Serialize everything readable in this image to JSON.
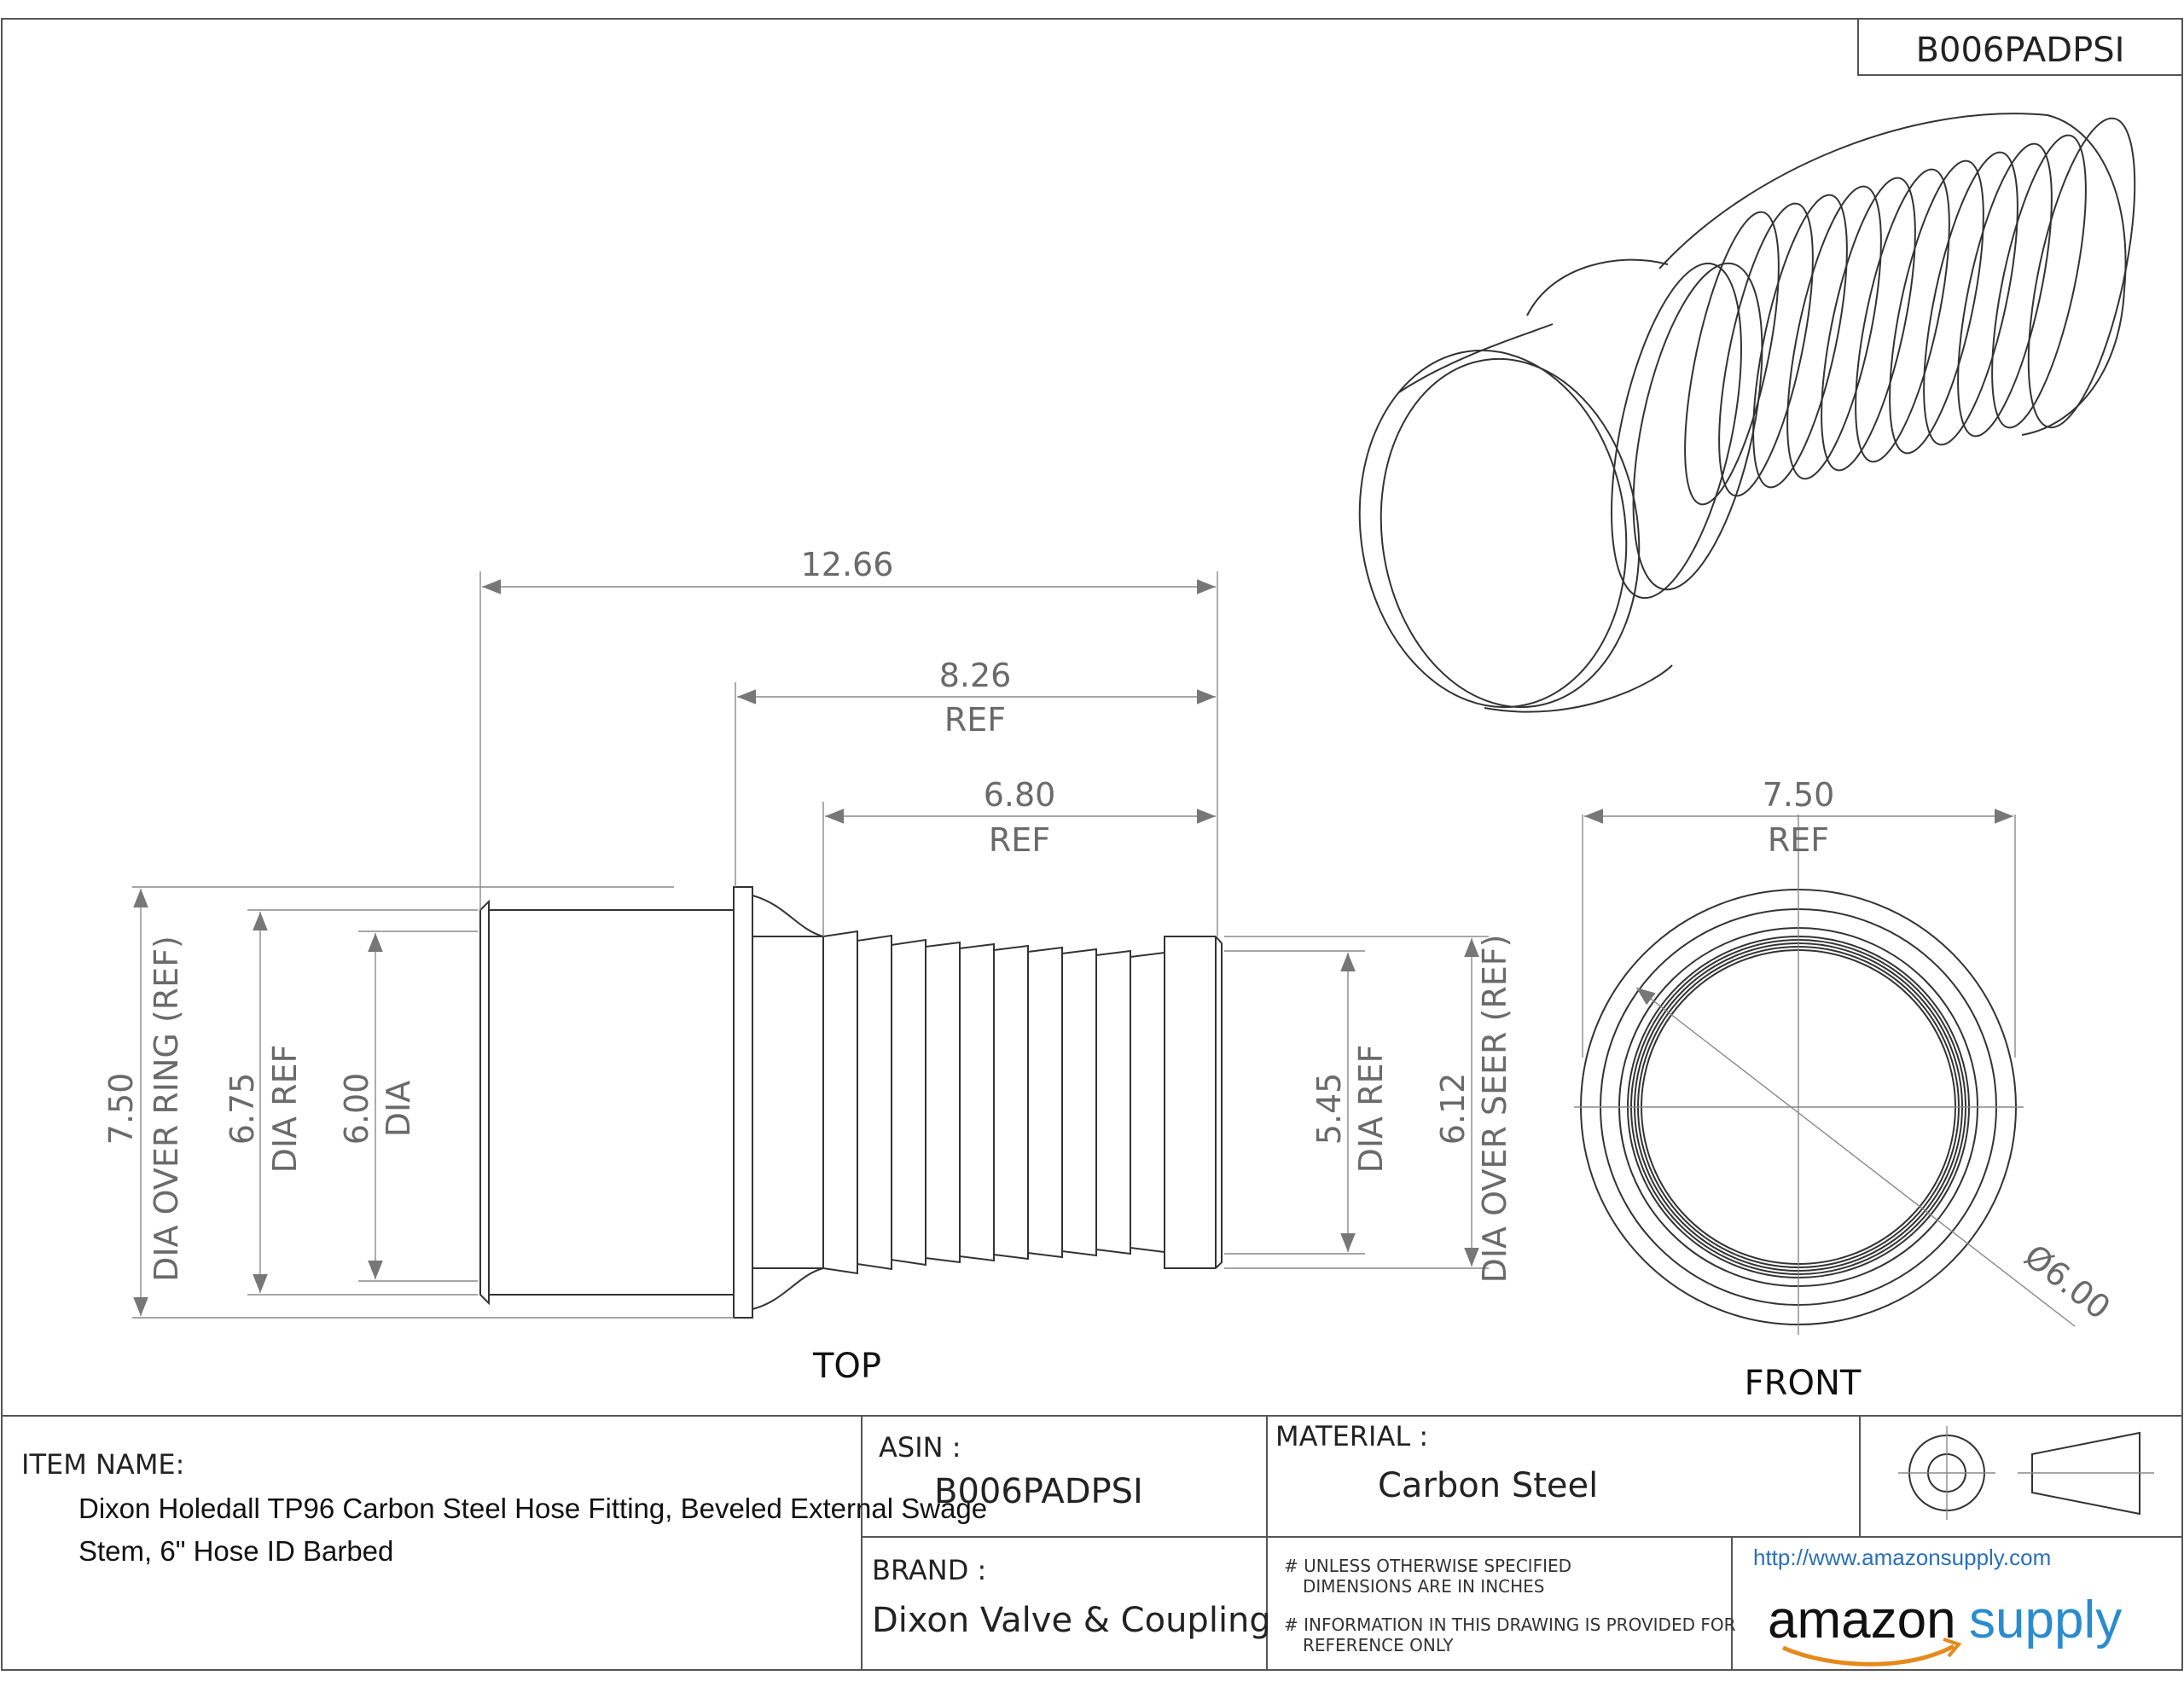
{
  "header": {
    "part_number": "B006PADPSI"
  },
  "views": {
    "top_label": "TOP",
    "front_label": "FRONT"
  },
  "dimensions": {
    "top": {
      "overall_length": "12.66",
      "length_8": {
        "value": "8.26",
        "note": "REF"
      },
      "length_6": {
        "value": "6.80",
        "note": "REF"
      },
      "ring_dia": {
        "value": "7.50",
        "note": "DIA OVER RING (REF)"
      },
      "dia_675": {
        "value": "6.75",
        "note": "DIA REF"
      },
      "dia_600": {
        "value": "6.00",
        "note": "DIA"
      },
      "dia_545": {
        "value": "5.45",
        "note": "DIA REF"
      },
      "seer_dia": {
        "value": "6.12",
        "note": "DIA OVER SEER (REF)"
      }
    },
    "front": {
      "width": {
        "value": "7.50",
        "note": "REF"
      },
      "diameter": "Ø6.00"
    }
  },
  "title_block": {
    "item_name_label": "ITEM NAME:",
    "item_name_line1": "Dixon Holedall TP96 Carbon Steel Hose Fitting, Beveled External Swage",
    "item_name_line2": "Stem, 6\" Hose ID Barbed",
    "asin_label": "ASIN :",
    "asin_value": "B006PADPSI",
    "material_label": "MATERIAL :",
    "material_value": "Carbon Steel",
    "brand_label": "BRAND :",
    "brand_value": "Dixon Valve & Coupling",
    "note1_line1": "# UNLESS OTHERWISE SPECIFIED",
    "note1_line2": "DIMENSIONS ARE IN INCHES",
    "note2_line1": "# INFORMATION IN THIS DRAWING IS PROVIDED FOR",
    "note2_line2": "REFERENCE ONLY",
    "url": "http://www.amazonsupply.com",
    "logo_word1": "amazon",
    "logo_word2": "supply"
  },
  "colors": {
    "line": "#333333",
    "dimension": "#6a6a6a",
    "logo_blue": "#2a8ccf",
    "logo_dark": "#111111"
  }
}
